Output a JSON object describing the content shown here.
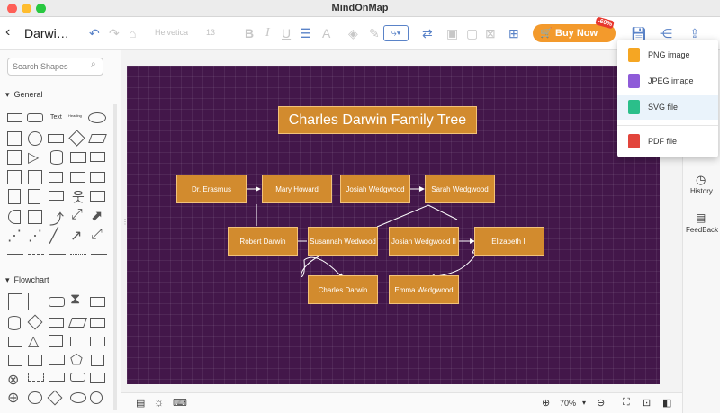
{
  "window": {
    "title": "MindOnMap"
  },
  "toolbar": {
    "doc_title": "Darwi…",
    "font_name": "Helvetica",
    "font_size": "13",
    "buy_now_label": "Buy Now",
    "discount_badge": "-60%"
  },
  "sidebar": {
    "search_placeholder": "Search Shapes",
    "section_general": "General",
    "section_flowchart": "Flowchart",
    "text_shape_label": "Text",
    "heading_shape_label": "Heading"
  },
  "diagram": {
    "title": "Charles Darwin Family Tree",
    "nodes": {
      "dr_erasmus": "Dr. Erasmus",
      "mary_howard": "Mary Howard",
      "josiah_wedgwood": "Josiah Wedgwood",
      "sarah_wedgwood": "Sarah Wedgwood",
      "robert_darwin": "Robert Darwin",
      "susannah_wedwood": "Susannah Wedwood",
      "josiah_wedgwood_ii": "Josiah Wedgwood II",
      "elizabeth_ii": "Elizabeth II",
      "charles_darwin": "Charles Darwin",
      "emma_wedgwood": "Emma Wedgwood"
    }
  },
  "export_menu": {
    "items": [
      {
        "label": "PNG image",
        "color": "#f5a623"
      },
      {
        "label": "JPEG image",
        "color": "#8e5bd8"
      },
      {
        "label": "SVG file",
        "color": "#2bbf8a"
      },
      {
        "label": "PDF file",
        "color": "#e2453c"
      }
    ]
  },
  "right_panel": {
    "history_label": "History",
    "feedback_label": "FeedBack"
  },
  "bottom_bar": {
    "zoom_level": "70%"
  },
  "colors": {
    "canvas": "#43174a",
    "node_fill": "#d28b2e",
    "accent": "#f39a2c",
    "toolbar_icon": "#5a83c8"
  }
}
